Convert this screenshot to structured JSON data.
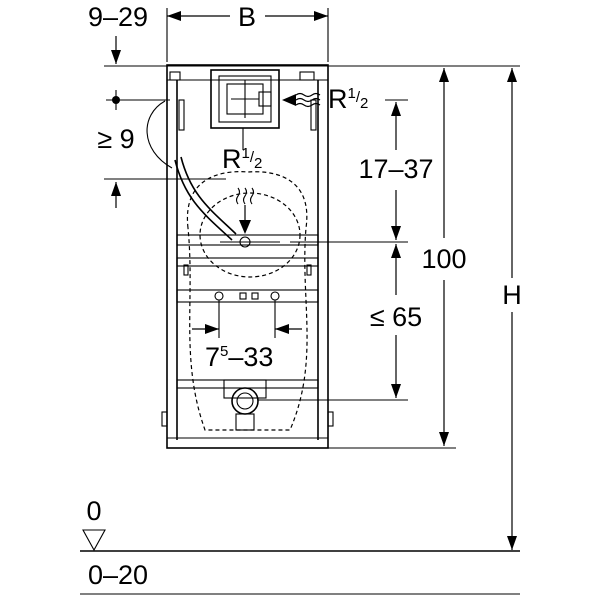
{
  "labels": {
    "offset_top": "9–29",
    "width": "B",
    "min_gap": "≥ 9",
    "supply_side_prefix": "R",
    "supply_side_sup": "1",
    "supply_side_sub": "2",
    "supply_center_prefix": "R",
    "supply_center_sup": "1",
    "supply_center_sub": "2",
    "range_17_37": "17–37",
    "height_100": "100",
    "max_65": "≤ 65",
    "spacing_base": "7",
    "spacing_sup": "5",
    "spacing_rest": "–33",
    "total_height": "H",
    "floor_zero": "0",
    "floor_range": "0–20"
  }
}
